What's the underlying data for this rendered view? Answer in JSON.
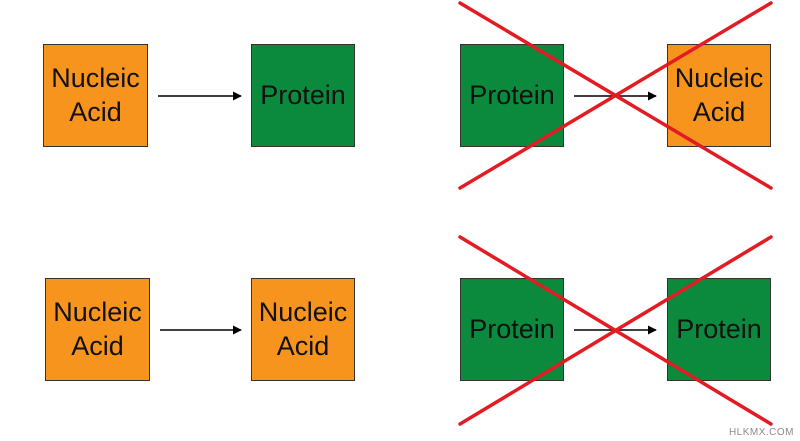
{
  "colors": {
    "nucleic_acid": "#F7941D",
    "protein": "#0B8A3E",
    "arrow": "#000000",
    "cross": "#E31B23"
  },
  "panels": [
    {
      "crossed_out": false,
      "source": {
        "kind": "nucleic_acid",
        "lines": [
          "Nucleic",
          "Acid"
        ]
      },
      "target": {
        "kind": "protein",
        "lines": [
          "Protein"
        ]
      }
    },
    {
      "crossed_out": true,
      "source": {
        "kind": "protein",
        "lines": [
          "Protein"
        ]
      },
      "target": {
        "kind": "nucleic_acid",
        "lines": [
          "Nucleic",
          "Acid"
        ]
      }
    },
    {
      "crossed_out": false,
      "source": {
        "kind": "nucleic_acid",
        "lines": [
          "Nucleic",
          "Acid"
        ]
      },
      "target": {
        "kind": "nucleic_acid",
        "lines": [
          "Nucleic",
          "Acid"
        ]
      }
    },
    {
      "crossed_out": true,
      "source": {
        "kind": "protein",
        "lines": [
          "Protein"
        ]
      },
      "target": {
        "kind": "protein",
        "lines": [
          "Protein"
        ]
      }
    }
  ],
  "watermark": "HLKMX.COM"
}
